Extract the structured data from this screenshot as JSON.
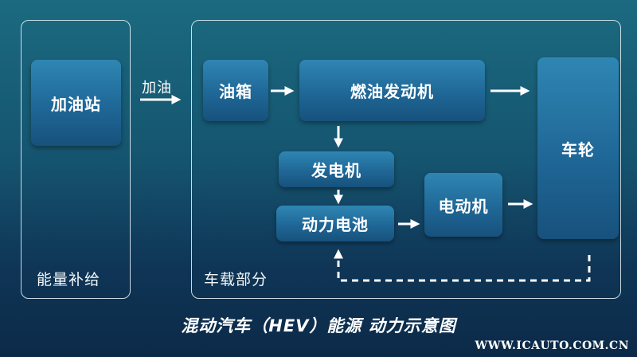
{
  "left_panel": {
    "label": "能量补给",
    "station": "加油站"
  },
  "refuel_label": "加油",
  "right_panel": {
    "label": "车载部分",
    "fuel_tank": "油箱",
    "engine": "燃油发动机",
    "generator": "发电机",
    "battery": "动力电池",
    "motor": "电动机",
    "wheels": "车轮"
  },
  "title": "混动汽车（HEV）能源 动力示意图",
  "watermark": "WWW.ICAUTO.COM.CN"
}
